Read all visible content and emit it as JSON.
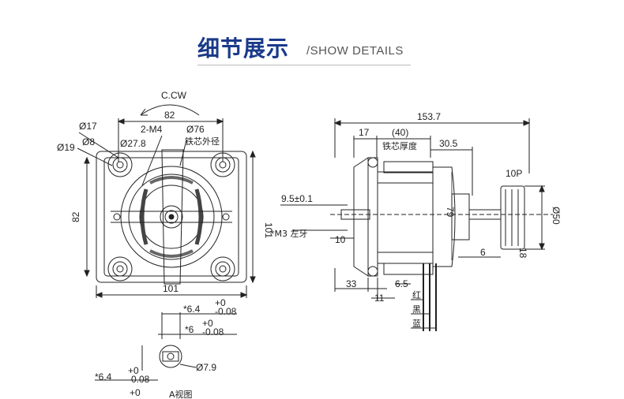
{
  "header": {
    "title_cn": "细节展示",
    "title_en": "/SHOW DETAILS"
  },
  "front_view": {
    "rotation": "C.CW",
    "dim_top": "82",
    "dim_holes": "2-M4",
    "dim_core_dia": "Ø76",
    "dim_core_label": "铁芯外径",
    "dim_d17": "Ø17",
    "dim_d8": "Ø8",
    "dim_d19": "Ø19",
    "dim_d278": "Ø27.8",
    "dim_left": "82",
    "dim_right": "101",
    "dim_bottom": "101"
  },
  "side_view": {
    "dim_total": "153.7",
    "dim_17": "17",
    "dim_40": "(40)",
    "dim_core_thickness": "铁芯厚度",
    "dim_305": "30.5",
    "dim_95": "9.5±0.1",
    "dim_79": "79",
    "dim_m3": "*M3  左牙",
    "dim_10": "10",
    "dim_6": "6",
    "dim_10p": "10P",
    "dim_d50": "Ø50",
    "dim_18": "18",
    "dim_33": "33",
    "dim_65": "6.5",
    "dim_11": "11",
    "wire_red": "红",
    "wire_black": "黑",
    "wire_blue": "蓝"
  },
  "shaft_detail": {
    "dim_a": "*6.4",
    "tol_a_up": "+0",
    "tol_a_down": "-0.08",
    "dim_b": "*6",
    "tol_b_up": "+0",
    "tol_b_down": "-0.08",
    "dim_c": "*6.4",
    "tol_c_up": "+0",
    "tol_c_down": "-0.08",
    "dim_d79": "Ø7.9",
    "dim_bottom_tol": "+0",
    "dim_bottom_label": "A视图"
  }
}
